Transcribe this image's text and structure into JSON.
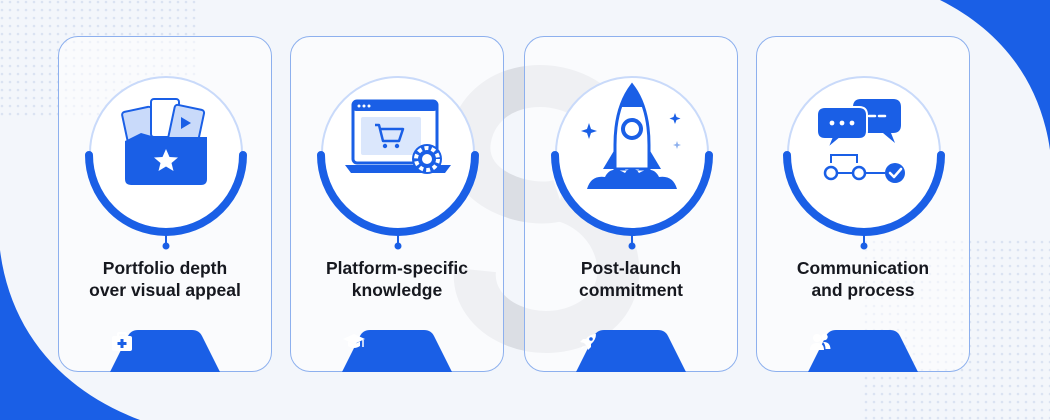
{
  "colors": {
    "accent": "#1a5fe6",
    "accent_light": "#c9dafa",
    "card_border": "#8db0ee",
    "text": "#16181f",
    "background": "#f3f6fb",
    "watermark": "#d9dce2"
  },
  "cards": [
    {
      "title_line1": "Portfolio depth",
      "title_line2": "over visual appeal",
      "illustration": "portfolio-folder-star-icon",
      "tab_icon": "medical-kit-icon"
    },
    {
      "title_line1": "Platform-specific",
      "title_line2": "knowledge",
      "illustration": "laptop-shopping-cart-gear-icon",
      "tab_icon": "graduation-cap-icon"
    },
    {
      "title_line1": "Post-launch",
      "title_line2": "commitment",
      "illustration": "rocket-launch-icon",
      "tab_icon": "rocket-icon"
    },
    {
      "title_line1": "Communication",
      "title_line2": "and process",
      "illustration": "chat-bubbles-flow-icon",
      "tab_icon": "users-icon"
    }
  ]
}
